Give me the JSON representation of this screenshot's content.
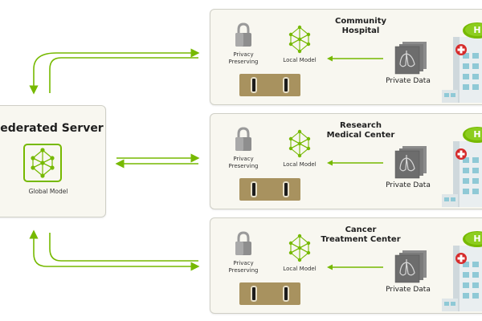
{
  "server": {
    "title": "Federated Server",
    "model_label": "Global Model"
  },
  "sites": [
    {
      "title_line1": "Community",
      "title_line2": "Hospital",
      "privacy_line1": "Privacy",
      "privacy_line2": "Preserving",
      "model_label": "Local Model",
      "data_label": "Private Data"
    },
    {
      "title_line1": "Research",
      "title_line2": "Medical Center",
      "privacy_line1": "Privacy",
      "privacy_line2": "Preserving",
      "model_label": "Local Model",
      "data_label": "Private Data"
    },
    {
      "title_line1": "Cancer",
      "title_line2": "Treatment Center",
      "privacy_line1": "Privacy",
      "privacy_line2": "Preserving",
      "model_label": "Local Model",
      "data_label": "Private Data"
    }
  ],
  "hospital_sign": "H",
  "colors": {
    "accent": "#76b900",
    "box_bg": "#f8f7f0",
    "box_border": "#cfcfc6",
    "meter": "#a8925f"
  },
  "icons": [
    "lock-icon",
    "neural-network-icon",
    "lung-scan-icon",
    "hospital-building-icon",
    "encrypted-meter-icon"
  ]
}
